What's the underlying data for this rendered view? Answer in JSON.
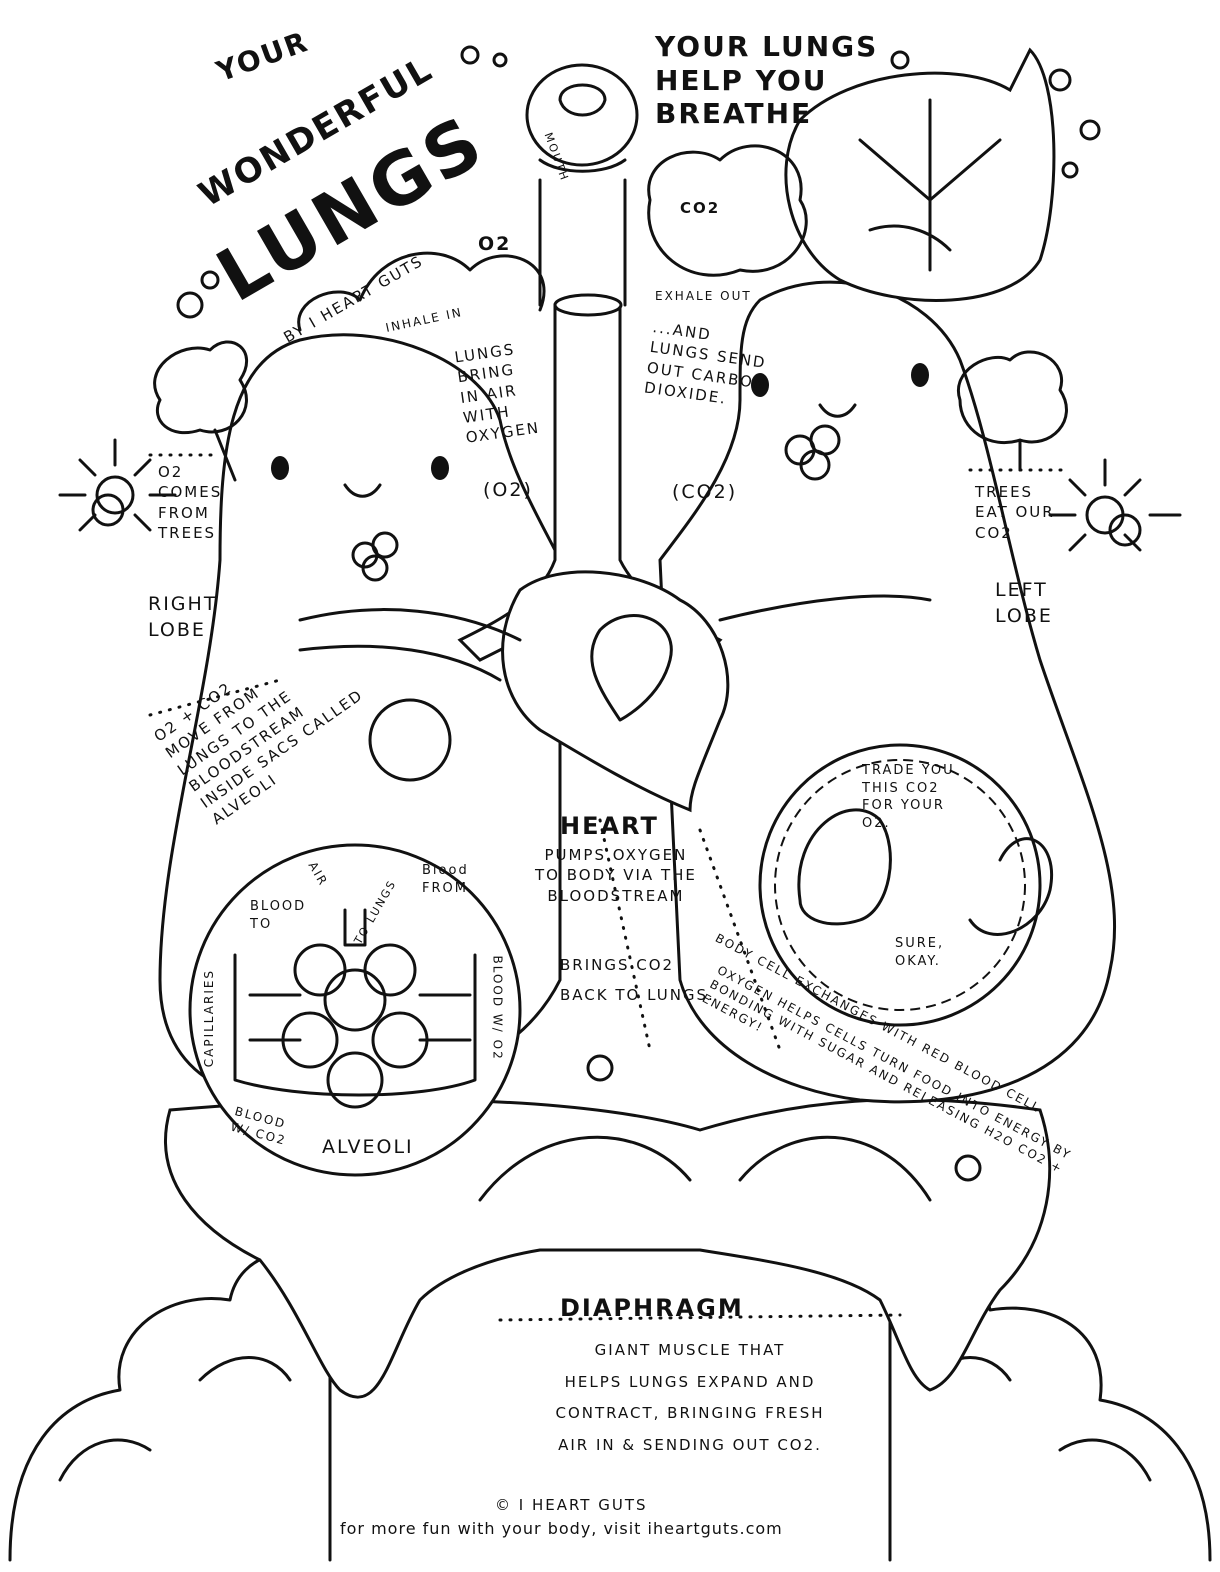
{
  "title": {
    "your": "YOUR",
    "wonderful": "WONDERFUL",
    "lungs": "LUNGS",
    "byline": "BY I HEART GUTS"
  },
  "subtitle": "YOUR LUNGS\nHELP YOU\nBREATHE",
  "labels": {
    "mouth": "MOUTH",
    "o2_small": "O2",
    "co2_small": "CO2",
    "inhale": "INHALE IN",
    "exhale": "EXHALE OUT",
    "lungs_bring": "LUNGS\nBRING\nIN AIR\nWITH\nOXYGEN",
    "o2_bubble": "(O2)",
    "lungs_send": "...AND\nLUNGS SEND\nOUT CARBON\nDIOXIDE.",
    "co2_bubble": "(CO2)",
    "o2_trees": "O2\nCOMES\nFROM\nTREES",
    "trees_eat": "TREES\nEAT OUR\nCO2",
    "right_lobe": "RIGHT\nLOBE",
    "left_lobe": "LEFT\nLOBE",
    "alveoli_note": "O2 + CO2\nMOVE FROM\nLUNGS TO THE\nBLOODSTREAM\nINSIDE SACS CALLED\nALVEOLI",
    "heart": "HEART",
    "heart_desc": "PUMPS OXYGEN\nTO BODY VIA THE\nBLOODSTREAM",
    "brings_co2": "BRINGS CO2\nBACK TO LUNGS."
  },
  "alveoli_inset": {
    "blood_to_heart": "BLOOD\nTO",
    "air": "AIR",
    "to_lungs": "TO LUNGS",
    "blood_from_heart": "Blood\nFROM",
    "capillaries": "CAPILLARIES",
    "blood_w_o2": "BLOOD W/ O2",
    "blood_w_co2": "BLOOD\nW/ CO2",
    "title": "ALVEOLI"
  },
  "cell_inset": {
    "trade": "TRADE YOU\nTHIS CO2\nFOR YOUR\nO2.",
    "reply": "SURE,\nOKAY.",
    "exchange": "BODY CELL EXCHANGES WITH RED BLOOD CELL",
    "oxygen_helps": "OXYGEN HELPS CELLS TURN FOOD INTO ENERGY BY BONDING WITH SUGAR AND RELEASING H2O CO2 + ENERGY!"
  },
  "diaphragm": {
    "title": "DIAPHRAGM",
    "desc": "GIANT MUSCLE THAT\nHELPS LUNGS EXPAND AND\nCONTRACT, BRINGING FRESH\nAIR IN & SENDING OUT CO2."
  },
  "footer": {
    "copyright": "© I HEART GUTS",
    "link_text": "for more fun with your body, visit iheartguts.com"
  }
}
